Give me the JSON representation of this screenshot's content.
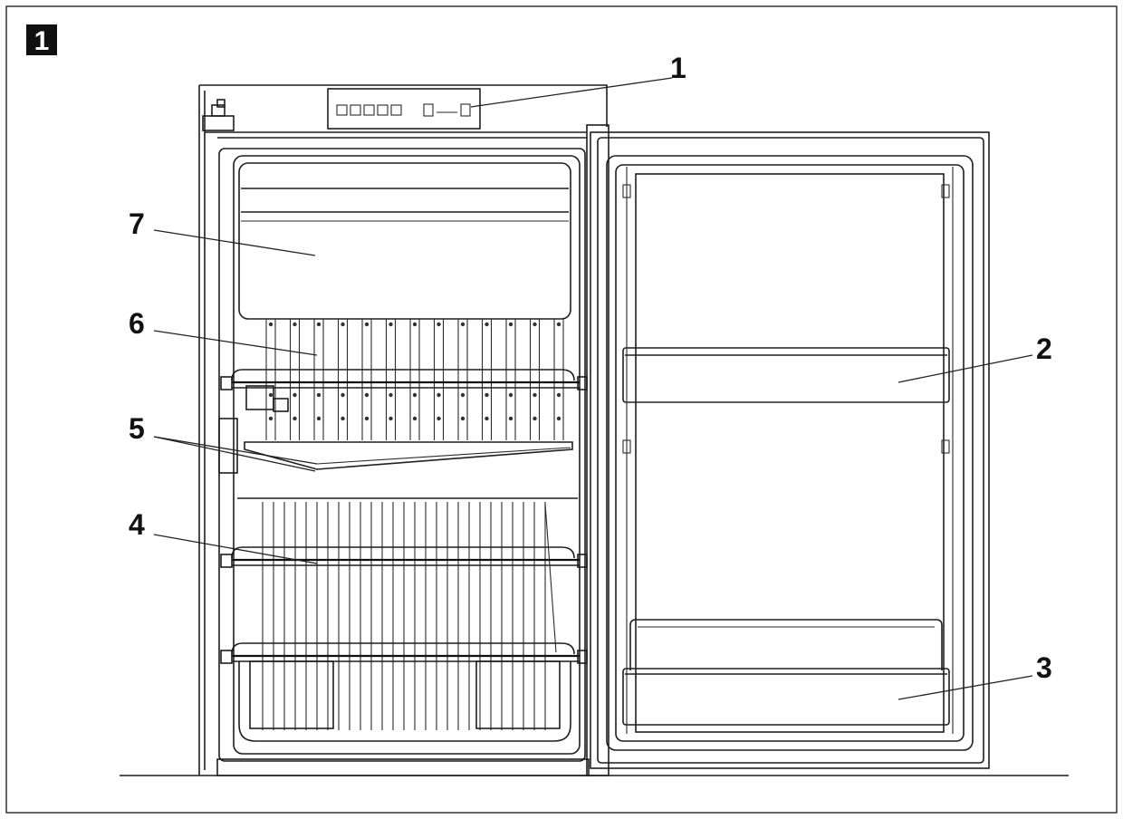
{
  "figure": {
    "badge": "1",
    "callouts": [
      {
        "id": "1",
        "label": "1"
      },
      {
        "id": "2",
        "label": "2"
      },
      {
        "id": "3",
        "label": "3"
      },
      {
        "id": "4",
        "label": "4"
      },
      {
        "id": "5",
        "label": "5"
      },
      {
        "id": "6",
        "label": "6"
      },
      {
        "id": "7",
        "label": "7"
      }
    ]
  }
}
